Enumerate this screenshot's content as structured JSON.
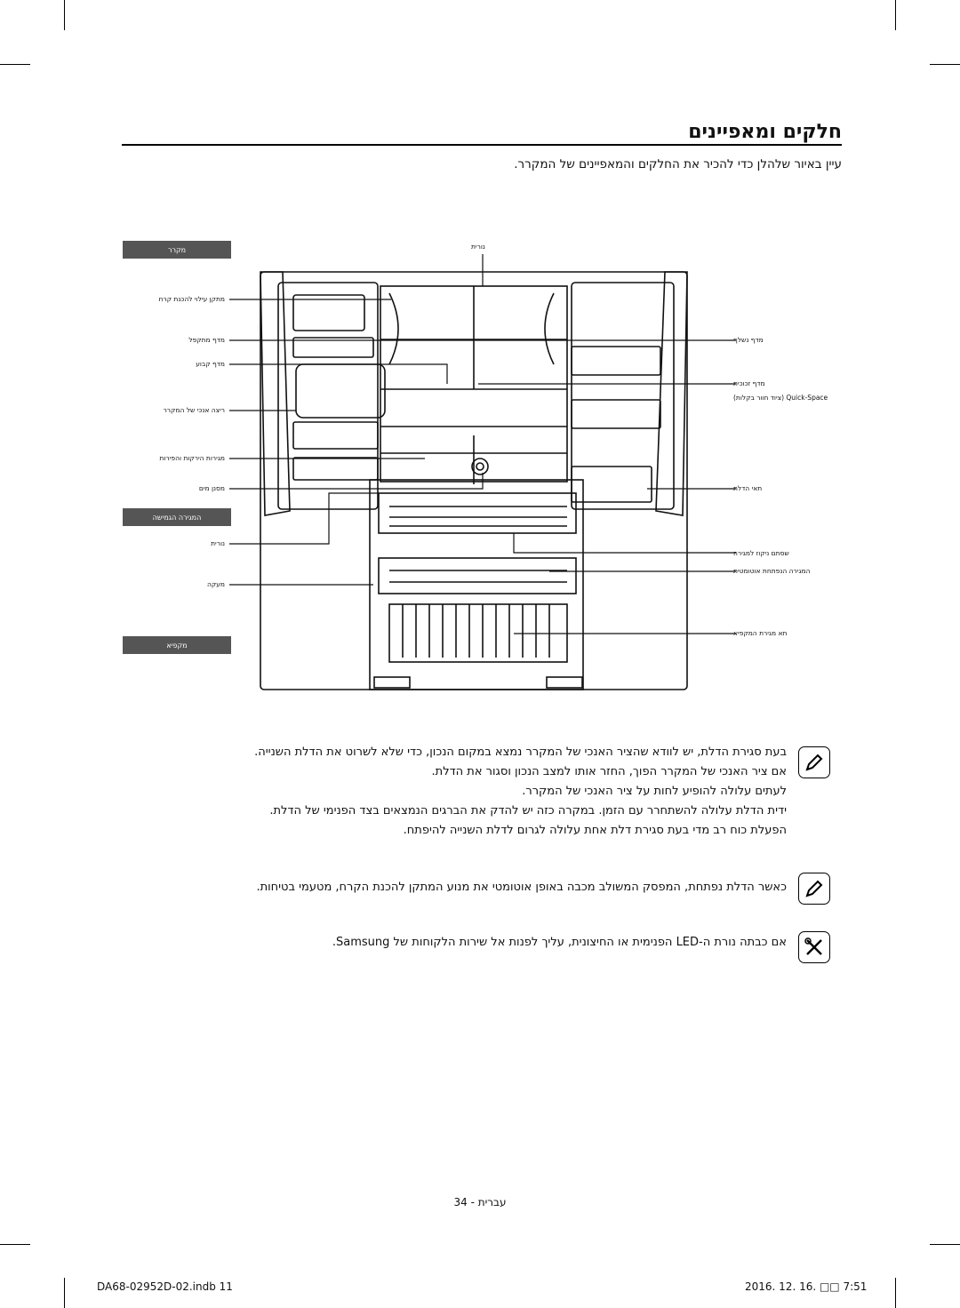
{
  "title": "חלקים ומאפיינים",
  "intro": "עיין באיור שלהלן כדי להכיר את החלקים והמאפיינים של המקרר.",
  "sections": {
    "fridge": "מקרר",
    "drawer": "המגירה הגמישה",
    "freezer": "מקפיא"
  },
  "labels_left": {
    "ice_maker": "מתקן עילוי להכנת קרח",
    "fold_shelf": "מדף מתקפל",
    "fixed_shelf": "מדף קבוע",
    "fridge_crisper": "ריצה אנכי של המקרר",
    "veg_drawer": "מגירות הירקות והפירות",
    "water_tank": "מסנן מים",
    "drawer_light": "נורית",
    "freezer_lid": "מעקה"
  },
  "labels_top": {
    "light": "נורית"
  },
  "labels_right": {
    "slide_shelf": "מדף נשלף",
    "glass_shelf": "מדף זכוכית",
    "quick_space": "Quick-Space (ציוד חוור בקלות)",
    "door_bins": "תאי הדלת",
    "drawer_switch": "שסתם ניקוז למגירה",
    "auto_drawer": "המגירה הנפתחת אוטומטית",
    "freezer_bin": "תא מגירת המקפיא"
  },
  "notes": [
    {
      "icon": "note-pencil-icon",
      "lines": [
        "בעת סגירת הדלת, יש לוודא שהציר האנכי של המקרר נמצא במקום הנכון, כדי שלא לשרוט את הדלת השנייה.",
        "אם ציר האנכי של המקרר הפוך, החזר אותו למצב הנכון וסגור את הדלת.",
        "לעתים עלולה להופיע לחות על ציר האנכי של המקרר.",
        "ידית הדלת עלולה להשתחרר עם הזמן. במקרה כזה יש להדק את הברגים הנמצאים בצד הפנימי של הדלת.",
        "הפעלת כוח רב מדי בעת סגירת דלת אחת עלולה לגרום לדלת השנייה להיפתח."
      ]
    },
    {
      "icon": "note-pencil-icon",
      "lines": [
        "כאשר הדלת נפתחת, המפסק המשולב מכבה באופן אוטומטי את מנוע המתקן להכנת הקרח, מטעמי בטיחות."
      ]
    },
    {
      "icon": "tools-icon",
      "lines": [
        "אם כבתה נורת ה-LED הפנימית או החיצונית, עליך לפנות אל שירות הלקוחות של Samsung."
      ]
    }
  ],
  "page_number": "עברית - 34",
  "footer": {
    "file": "DA68-02952D-02.indb   11",
    "date": "2016. 12. 16.   □□ 7:51"
  }
}
